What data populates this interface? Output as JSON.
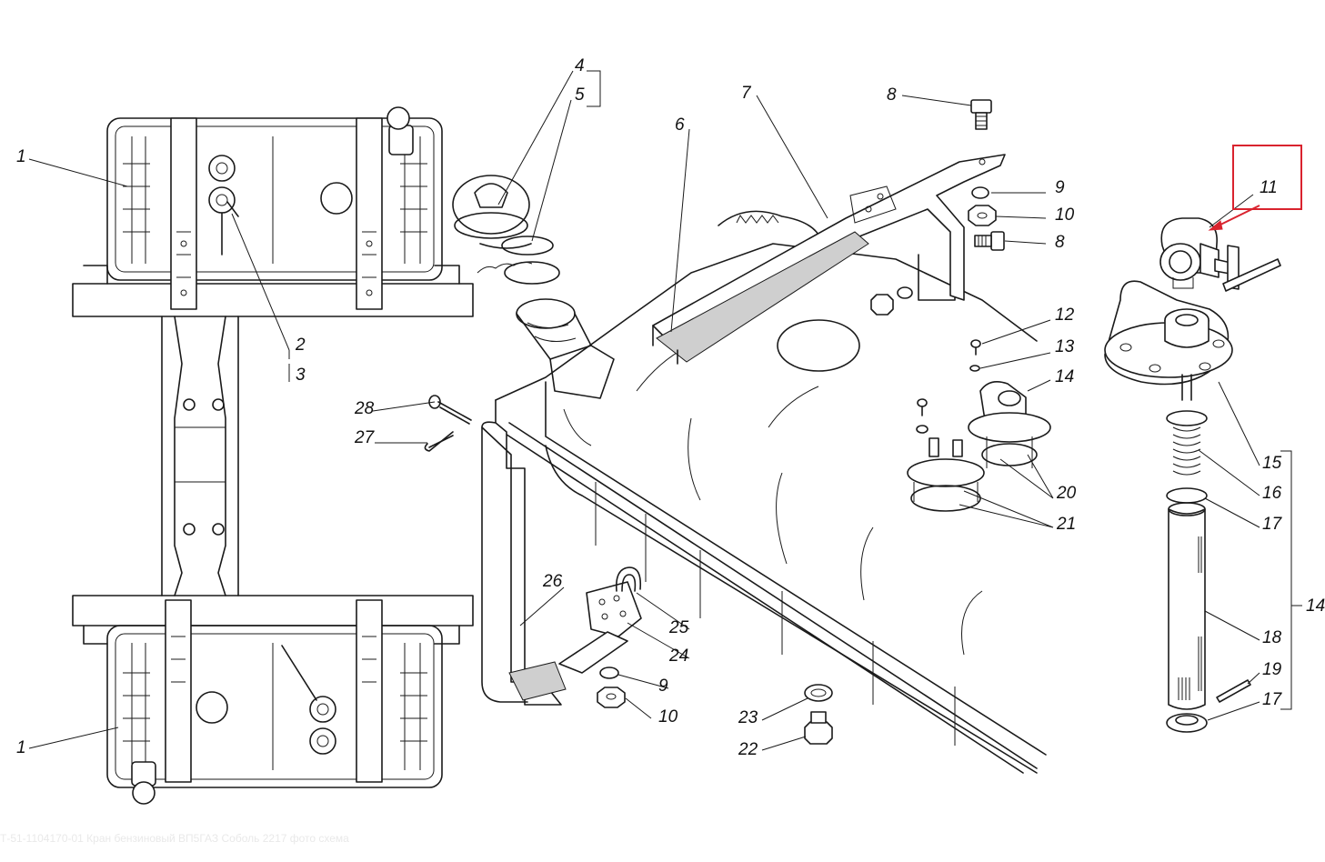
{
  "part_numbers": {
    "p1_top": "1",
    "p1_bottom": "1",
    "p2": "2",
    "p3": "3",
    "p4": "4",
    "p5": "5",
    "p6": "6",
    "p7": "7",
    "p8_top": "8",
    "p8_mid": "8",
    "p9_top": "9",
    "p9_bottom": "9",
    "p10_top": "10",
    "p10_bottom": "10",
    "p11": "11",
    "p12": "12",
    "p13": "13",
    "p14_top": "14",
    "p14_right": "14",
    "p15": "15",
    "p16": "16",
    "p17_top": "17",
    "p17_bottom": "17",
    "p18": "18",
    "p19": "19",
    "p20": "20",
    "p21": "21",
    "p22": "22",
    "p23": "23",
    "p24": "24",
    "p25": "25",
    "p26": "26",
    "p27": "27",
    "p28": "28"
  },
  "highlight": {
    "part": "11",
    "color": "#d9232e"
  },
  "watermark": "Т-51-1104170-01 Кран бензиновый ВП5ГАЗ Соболь 2217 фото схема"
}
